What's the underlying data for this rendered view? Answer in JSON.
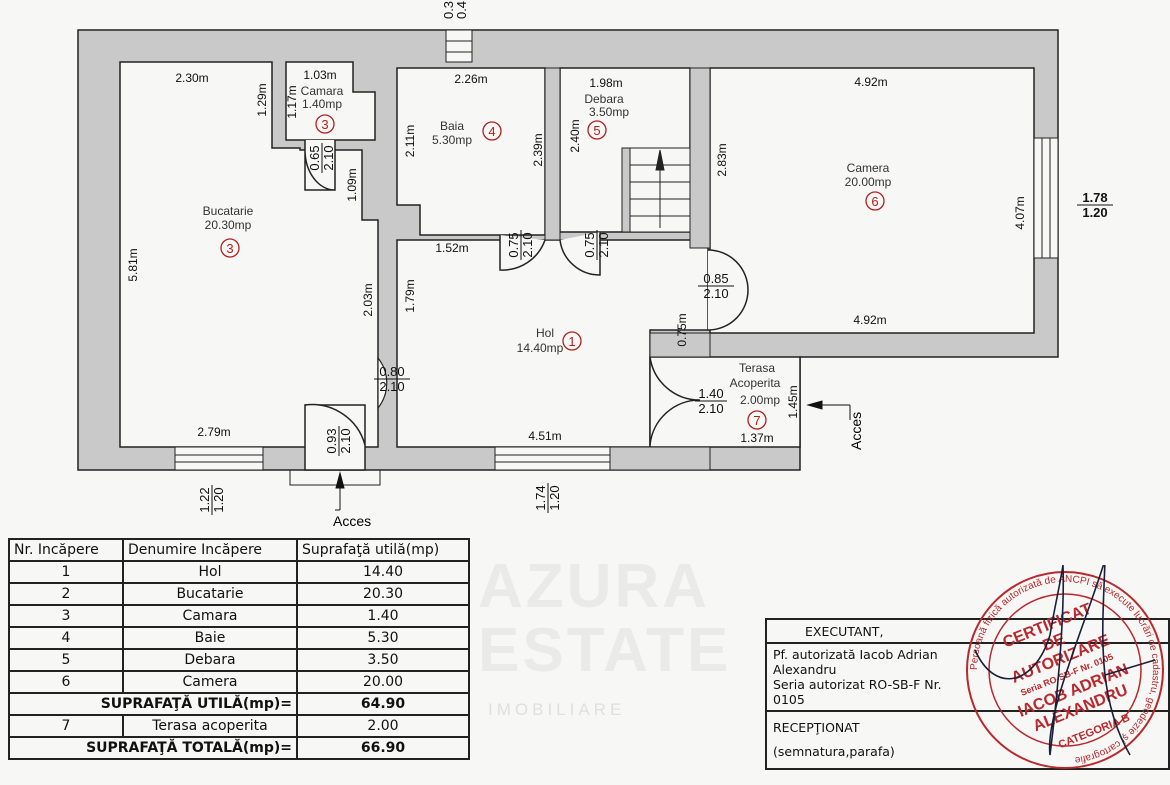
{
  "plan": {
    "rooms": {
      "bucatarie": {
        "name": "Bucatarie",
        "area": "20.30mp",
        "number": "3"
      },
      "camara": {
        "name": "Camara",
        "area": "1.40mp",
        "number": "3"
      },
      "baia": {
        "name": "Baia",
        "area": "5.30mp",
        "number": "4"
      },
      "debara": {
        "name": "Debara",
        "area": "3.50mp",
        "number": "5"
      },
      "camera": {
        "name": "Camera",
        "area": "20.00mp",
        "number": "6"
      },
      "hol": {
        "name": "Hol",
        "area": "14.40mp",
        "number": "1"
      },
      "terasa": {
        "name": "Terasa",
        "name2": "Acoperita",
        "area": "2.00mp",
        "number": "7"
      }
    },
    "dims": {
      "d230": "2.30m",
      "d103": "1.03m",
      "d129": "1.29m",
      "d117": "1.17m",
      "d109": "1.09m",
      "d581": "5.81m",
      "d226": "2.26m",
      "d211": "2.11m",
      "d239": "2.39m",
      "d152": "1.52m",
      "d198": "1.98m",
      "d240": "2.40m",
      "d283": "2.83m",
      "d492a": "4.92m",
      "d407": "4.07m",
      "d492b": "4.92m",
      "d203": "2.03m",
      "d179": "1.79m",
      "d075m": "0.75m",
      "d145": "1.45m",
      "d137": "1.37m",
      "d279": "2.79m",
      "d451": "4.51m"
    },
    "openings": {
      "top_window": {
        "w": "0.3",
        "h": "0.4"
      },
      "camara_door": {
        "w": "0.65",
        "h": "2.10"
      },
      "baia_door": {
        "w": "0.75",
        "h": "2.10"
      },
      "debara_door": {
        "w": "0.75",
        "h": "2.10"
      },
      "camera_door": {
        "w": "0.85",
        "h": "2.10"
      },
      "bucatarie_door": {
        "w": "0.80",
        "h": "2.10"
      },
      "terasa_door": {
        "w": "1.40",
        "h": "2.10"
      },
      "entry_door": {
        "w": "0.93",
        "h": "2.10"
      },
      "camera_window": {
        "w": "1.78",
        "h": "1.20"
      },
      "bucatarie_window": {
        "w": "1.22",
        "h": "1.20"
      },
      "hol_window": {
        "w": "1.74",
        "h": "1.20"
      }
    },
    "access_label": "Acces"
  },
  "watermark": {
    "title": "AZURA ESTATE",
    "subtitle": "IMOBILIARE"
  },
  "table": {
    "headers": [
      "Nr. Incăpere",
      "Denumire Incăpere",
      "Suprafaţă utilă(mp)"
    ],
    "rows": [
      {
        "nr": "1",
        "name": "Hol",
        "area": "14.40"
      },
      {
        "nr": "2",
        "name": "Bucatarie",
        "area": "20.30"
      },
      {
        "nr": "3",
        "name": "Camara",
        "area": "1.40"
      },
      {
        "nr": "4",
        "name": "Baie",
        "area": "5.30"
      },
      {
        "nr": "5",
        "name": "Debara",
        "area": "3.50"
      },
      {
        "nr": "6",
        "name": "Camera",
        "area": "20.00"
      }
    ],
    "subtotal_label": "SUPRAFAŢĂ UTILĂ(mp)=",
    "subtotal": "64.90",
    "extra": {
      "nr": "7",
      "name": "Terasa acoperita",
      "area": "2.00"
    },
    "total_label": "SUPRAFAŢĂ TOTALĂ(mp)=",
    "total": "66.90"
  },
  "executant": {
    "title": "EXECUTANT,",
    "line1": "Pf. autorizată  Iacob Adrian Alexandru",
    "line2": "Seria autorizat RO-SB-F Nr. 0105",
    "received": "RECEPŢIONAT",
    "received_note": "(semnatura,parafa)"
  },
  "stamp": {
    "ring": "Persoană fizică autorizată de ANCPI să execute lucrări de cadastru, geodezie şi cartografie",
    "lines": [
      "CERTIFICAT",
      "DE",
      "AUTORIZARE",
      "Seria RO-SB-F Nr. 0105",
      "IACOB ADRIAN",
      "ALEXANDRU"
    ],
    "category": "CATEGORIA B"
  },
  "colors": {
    "wall": "#c9c9c9",
    "line": "#222222",
    "room_number": "#b02020",
    "stamp": "#b8282c"
  }
}
